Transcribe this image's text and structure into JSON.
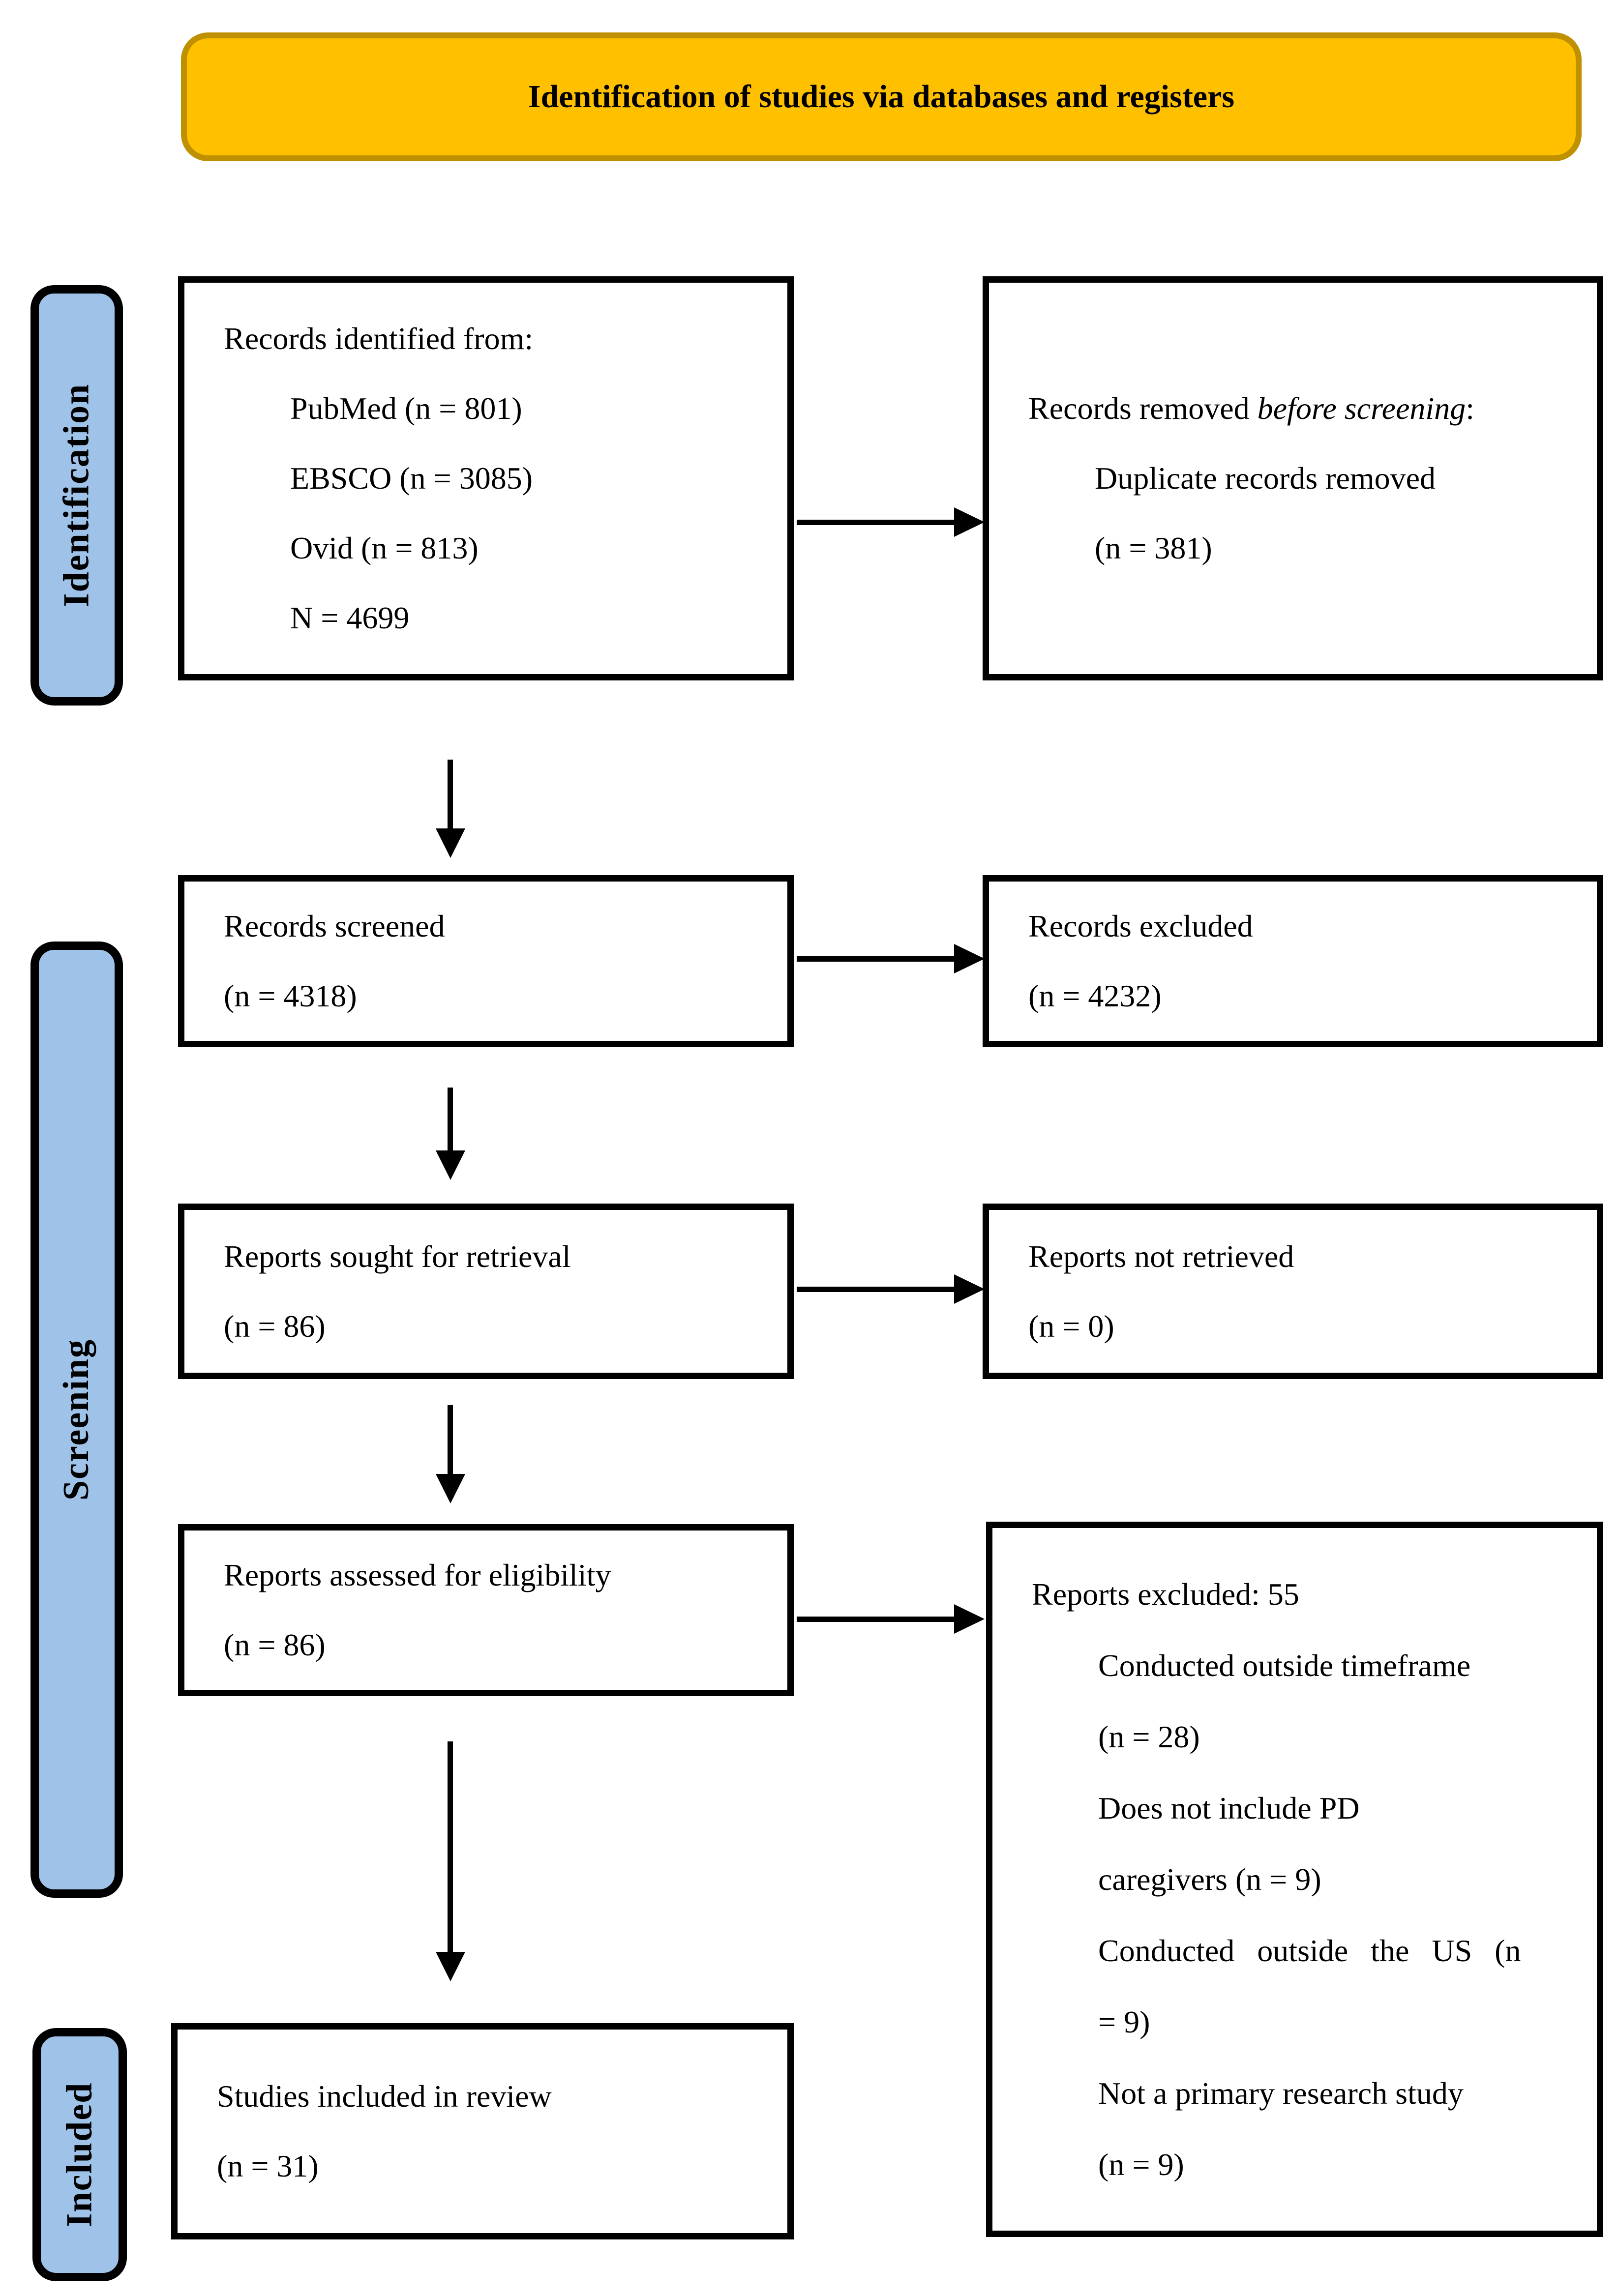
{
  "colors": {
    "banner_fill": "#FFC000",
    "banner_border": "#BF9000",
    "stage_fill": "#9FC2E8",
    "line_color": "#000000"
  },
  "banner": {
    "title": "Identification of studies via databases and registers"
  },
  "stages": [
    {
      "label": "Identification"
    },
    {
      "label": "Screening"
    },
    {
      "label": "Included"
    }
  ],
  "flow": {
    "records_identified": {
      "lines": [
        "Records identified from:",
        "PubMed (n = 801)",
        "EBSCO (n = 3085)",
        "Ovid (n = 813)",
        "N = 4699"
      ]
    },
    "records_removed": {
      "prefix": "Records removed ",
      "italic": "before screening",
      "suffix": ":",
      "lines": [
        "Duplicate records removed",
        "(n = 381)"
      ]
    },
    "records_screened": {
      "lines": [
        "Records screened",
        "(n = 4318)"
      ]
    },
    "records_excluded": {
      "lines": [
        "Records excluded",
        "(n = 4232)"
      ]
    },
    "reports_sought": {
      "lines": [
        "Reports sought for retrieval",
        "(n = 86)"
      ]
    },
    "reports_not_retrieved": {
      "lines": [
        "Reports not retrieved",
        "(n = 0)"
      ]
    },
    "reports_assessed": {
      "lines": [
        "Reports assessed for eligibility",
        "(n = 86)"
      ]
    },
    "reports_excluded": {
      "header": "Reports excluded: 55",
      "reasons": [
        "Conducted outside timeframe",
        "(n = 28)",
        "Does not include PD",
        "caregivers (n = 9)",
        "Conducted outside the US (n",
        "= 9)",
        "Not a primary research study",
        "(n = 9)"
      ]
    },
    "studies_included": {
      "lines": [
        "Studies included in review",
        "(n = 31)"
      ]
    }
  }
}
